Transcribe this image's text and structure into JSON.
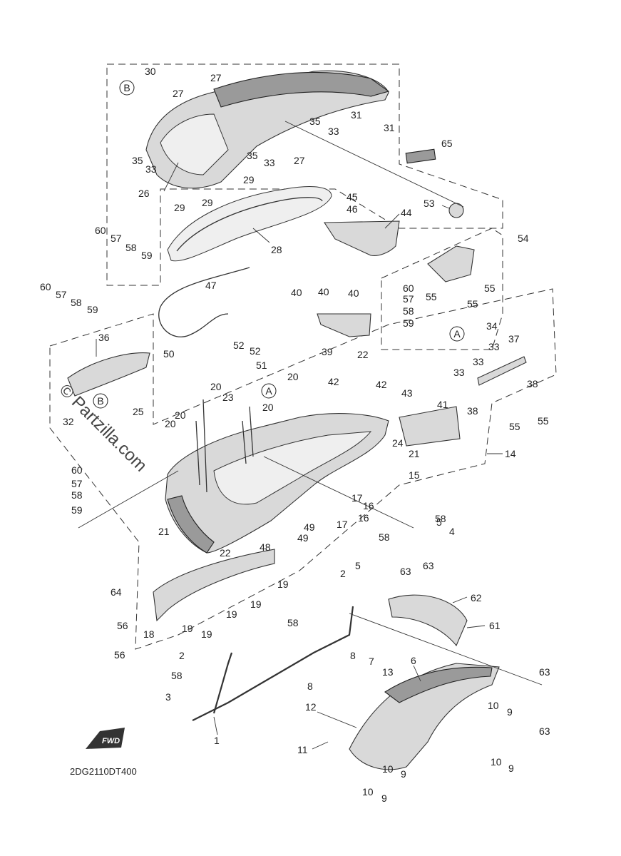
{
  "diagram_code": "2DG2110DT400",
  "watermark": "© Partzilla.com",
  "fwd_label": "FWD",
  "reference_markers": {
    "a": "A",
    "b": "B"
  },
  "callouts": {
    "c1": "1",
    "c2": "2",
    "c2b": "2",
    "c3": "3",
    "c4": "4",
    "c5": "5",
    "c5b": "5",
    "c6": "6",
    "c7": "7",
    "c8": "8",
    "c8b": "8",
    "c9": "9",
    "c9b": "9",
    "c9c": "9",
    "c9d": "9",
    "c10": "10",
    "c10b": "10",
    "c10c": "10",
    "c10d": "10",
    "c11": "11",
    "c12": "12",
    "c13": "13",
    "c14": "14",
    "c15": "15",
    "c16": "16",
    "c16b": "16",
    "c17": "17",
    "c17b": "17",
    "c18": "18",
    "c19": "19",
    "c19b": "19",
    "c19c": "19",
    "c19d": "19",
    "c19e": "19",
    "c20": "20",
    "c20b": "20",
    "c20c": "20",
    "c20d": "20",
    "c20e": "20",
    "c21": "21",
    "c21b": "21",
    "c22": "22",
    "c22b": "22",
    "c23": "23",
    "c24": "24",
    "c25": "25",
    "c26": "26",
    "c27": "27",
    "c27b": "27",
    "c27c": "27",
    "c28": "28",
    "c29": "29",
    "c29b": "29",
    "c29c": "29",
    "c30": "30",
    "c31": "31",
    "c31b": "31",
    "c32": "32",
    "c33": "33",
    "c33b": "33",
    "c33c": "33",
    "c33d": "33",
    "c33e": "33",
    "c34": "34",
    "c35": "35",
    "c35b": "35",
    "c35c": "35",
    "c36": "36",
    "c37": "37",
    "c38": "38",
    "c38b": "38",
    "c39": "39",
    "c40": "40",
    "c40b": "40",
    "c40c": "40",
    "c41": "41",
    "c42": "42",
    "c42b": "42",
    "c43": "43",
    "c44": "44",
    "c45": "45",
    "c46": "46",
    "c47": "47",
    "c48": "48",
    "c49": "49",
    "c49b": "49",
    "c50": "50",
    "c51": "51",
    "c52": "52",
    "c52b": "52",
    "c53": "53",
    "c54": "54",
    "c55": "55",
    "c55b": "55",
    "c55c": "55",
    "c55d": "55",
    "c55e": "55",
    "c56": "56",
    "c56b": "56",
    "c57": "57",
    "c57b": "57",
    "c57c": "57",
    "c57d": "57",
    "c58": "58",
    "c58b": "58",
    "c58c": "58",
    "c58d": "58",
    "c58e": "58",
    "c58f": "58",
    "c58g": "58",
    "c58h": "58",
    "c59": "59",
    "c59b": "59",
    "c59c": "59",
    "c59d": "59",
    "c60": "60",
    "c60b": "60",
    "c60c": "60",
    "c60d": "60",
    "c61": "61",
    "c62": "62",
    "c63": "63",
    "c63b": "63",
    "c63c": "63",
    "c63d": "63",
    "c64": "64",
    "c65": "65"
  }
}
